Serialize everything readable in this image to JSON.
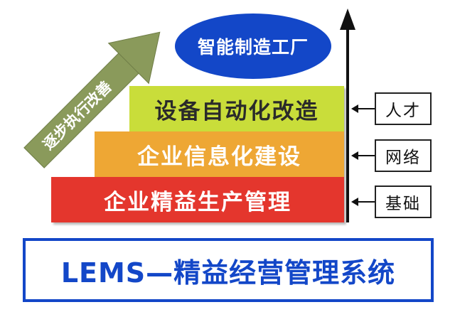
{
  "diagonal_arrow": {
    "label": "逐步执行改善",
    "color": "#8a9a5b"
  },
  "top_goal": {
    "label": "智能制造工厂",
    "color": "#1347c8"
  },
  "steps": [
    {
      "label": "设备自动化改造",
      "color": "#c9dd3a"
    },
    {
      "label": "企业信息化建设",
      "color": "#eea734"
    },
    {
      "label": "企业精益生产管理",
      "color": "#e4362d"
    }
  ],
  "side_labels": [
    {
      "label": "人才"
    },
    {
      "label": "网络"
    },
    {
      "label": "基础"
    }
  ],
  "banner": {
    "label": "LEMS—精益经营管理系统",
    "color": "#1347c8"
  }
}
